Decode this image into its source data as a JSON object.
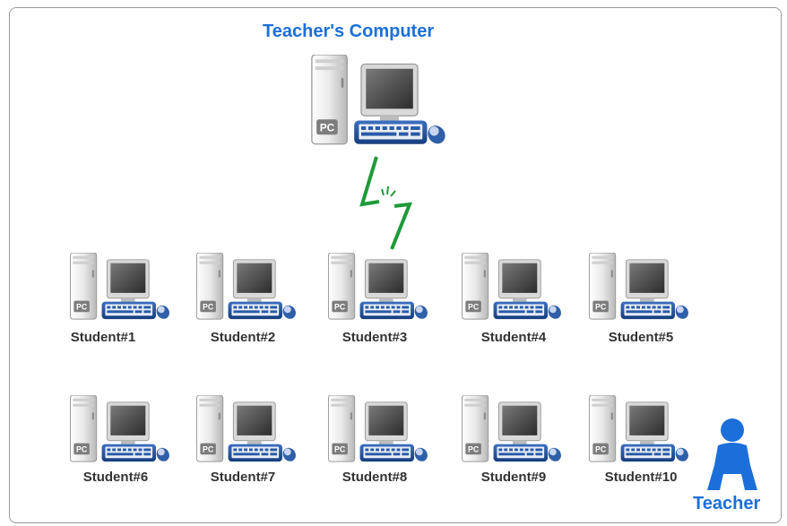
{
  "diagram": {
    "teacher_computer_title": "Teacher's Computer",
    "tower_badge": "PC",
    "teacher_label": "Teacher",
    "students": [
      {
        "label": "Student#1"
      },
      {
        "label": "Student#2"
      },
      {
        "label": "Student#3"
      },
      {
        "label": "Student#4"
      },
      {
        "label": "Student#5"
      },
      {
        "label": "Student#6"
      },
      {
        "label": "Student#7"
      },
      {
        "label": "Student#8"
      },
      {
        "label": "Student#9"
      },
      {
        "label": "Student#10"
      }
    ],
    "colors": {
      "title_blue": "#1c6fd8",
      "link_green": "#1f9a3a",
      "keyboard_blue": "#1f4f9a",
      "person_blue": "#1c6fd8"
    }
  }
}
